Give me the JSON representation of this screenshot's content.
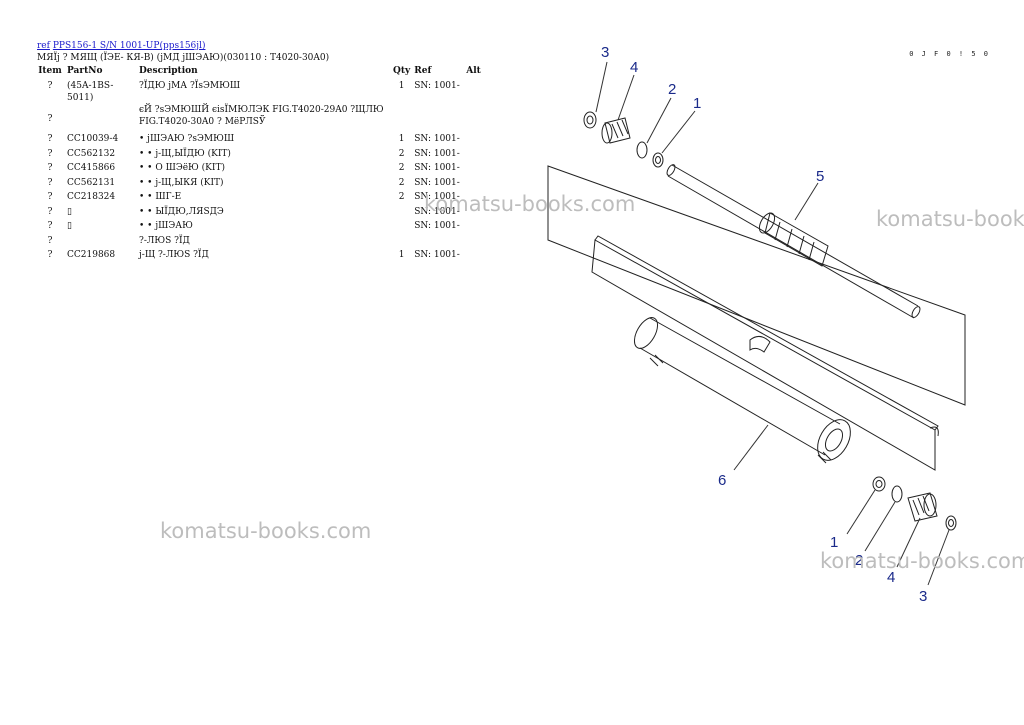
{
  "header": {
    "ref_label": "ref",
    "ref_link": "PPS156-1 S/N 1001-UP(pps156jl)",
    "subtitle": "МЯЇj ? МЯЩ (ЇЭЕ- КЯ-В) (jМД jШЭАЮ)(030110 : T4020-30A0)"
  },
  "page_ref": "0 J F 0 ! 5 0",
  "table": {
    "headers": {
      "item": "Item",
      "part": "PartNo",
      "desc": "Description",
      "qty": "Qty",
      "ref": "Ref",
      "alt": "Alt"
    },
    "rows": [
      {
        "item": "?",
        "part": "(45A-1BS-5011)",
        "desc": "?ЇДЮ jМА ?ЇsЭМЮШ",
        "qty": "1",
        "ref": "SN: 1001-"
      },
      {
        "item": "?",
        "part": "",
        "desc": "єЙ ?sЭМЮШЙ єisЇМЮЛЭК FIG.T4020-29A0 ?ЩЛЮ FIG.T4020-30A0 ? МёРЛSЎ",
        "qty": "",
        "ref": ""
      },
      {
        "item": "?",
        "part": "CC10039-4",
        "desc": "• jШЭАЮ ?sЭМЮШ",
        "qty": "1",
        "ref": "SN: 1001-"
      },
      {
        "item": "?",
        "part": "CC562132",
        "desc": "• • j-Щ,ЫЇДЮ (KIT)",
        "qty": "2",
        "ref": "SN: 1001-"
      },
      {
        "item": "?",
        "part": "CC415866",
        "desc": "• • О ШЭёЮ (KIT)",
        "qty": "2",
        "ref": "SN: 1001-"
      },
      {
        "item": "?",
        "part": "CC562131",
        "desc": "• • j-Щ,ЫКЯ (KIT)",
        "qty": "2",
        "ref": "SN: 1001-"
      },
      {
        "item": "?",
        "part": "CC218324",
        "desc": "• • ШГ-Е",
        "qty": "2",
        "ref": "SN: 1001-"
      },
      {
        "item": "?",
        "part": "▯",
        "desc": "• • ЫЇДЮ,ЛЯSДЭ",
        "qty": "",
        "ref": "SN: 1001-"
      },
      {
        "item": "?",
        "part": "▯",
        "desc": "• • jШЭАЮ",
        "qty": "",
        "ref": "SN: 1001-"
      },
      {
        "item": "?",
        "part": "",
        "desc": "?-ЛЮS ?ЇД",
        "qty": "",
        "ref": ""
      },
      {
        "item": "?",
        "part": "CC219868",
        "desc": "j-Щ ?-ЛЮS ?ЇД",
        "qty": "1",
        "ref": "SN: 1001-"
      }
    ]
  },
  "watermarks": [
    "komatsu-books.com",
    "komatsu-books.com",
    "komatsu-books.com",
    "komatsu-books.com"
  ],
  "callouts": [
    "3",
    "4",
    "2",
    "1",
    "5",
    "6",
    "1",
    "2",
    "4",
    "3"
  ],
  "colors": {
    "link": "#1a1acc",
    "callout": "#1a2a8a",
    "watermark": "#bdbdbd"
  }
}
